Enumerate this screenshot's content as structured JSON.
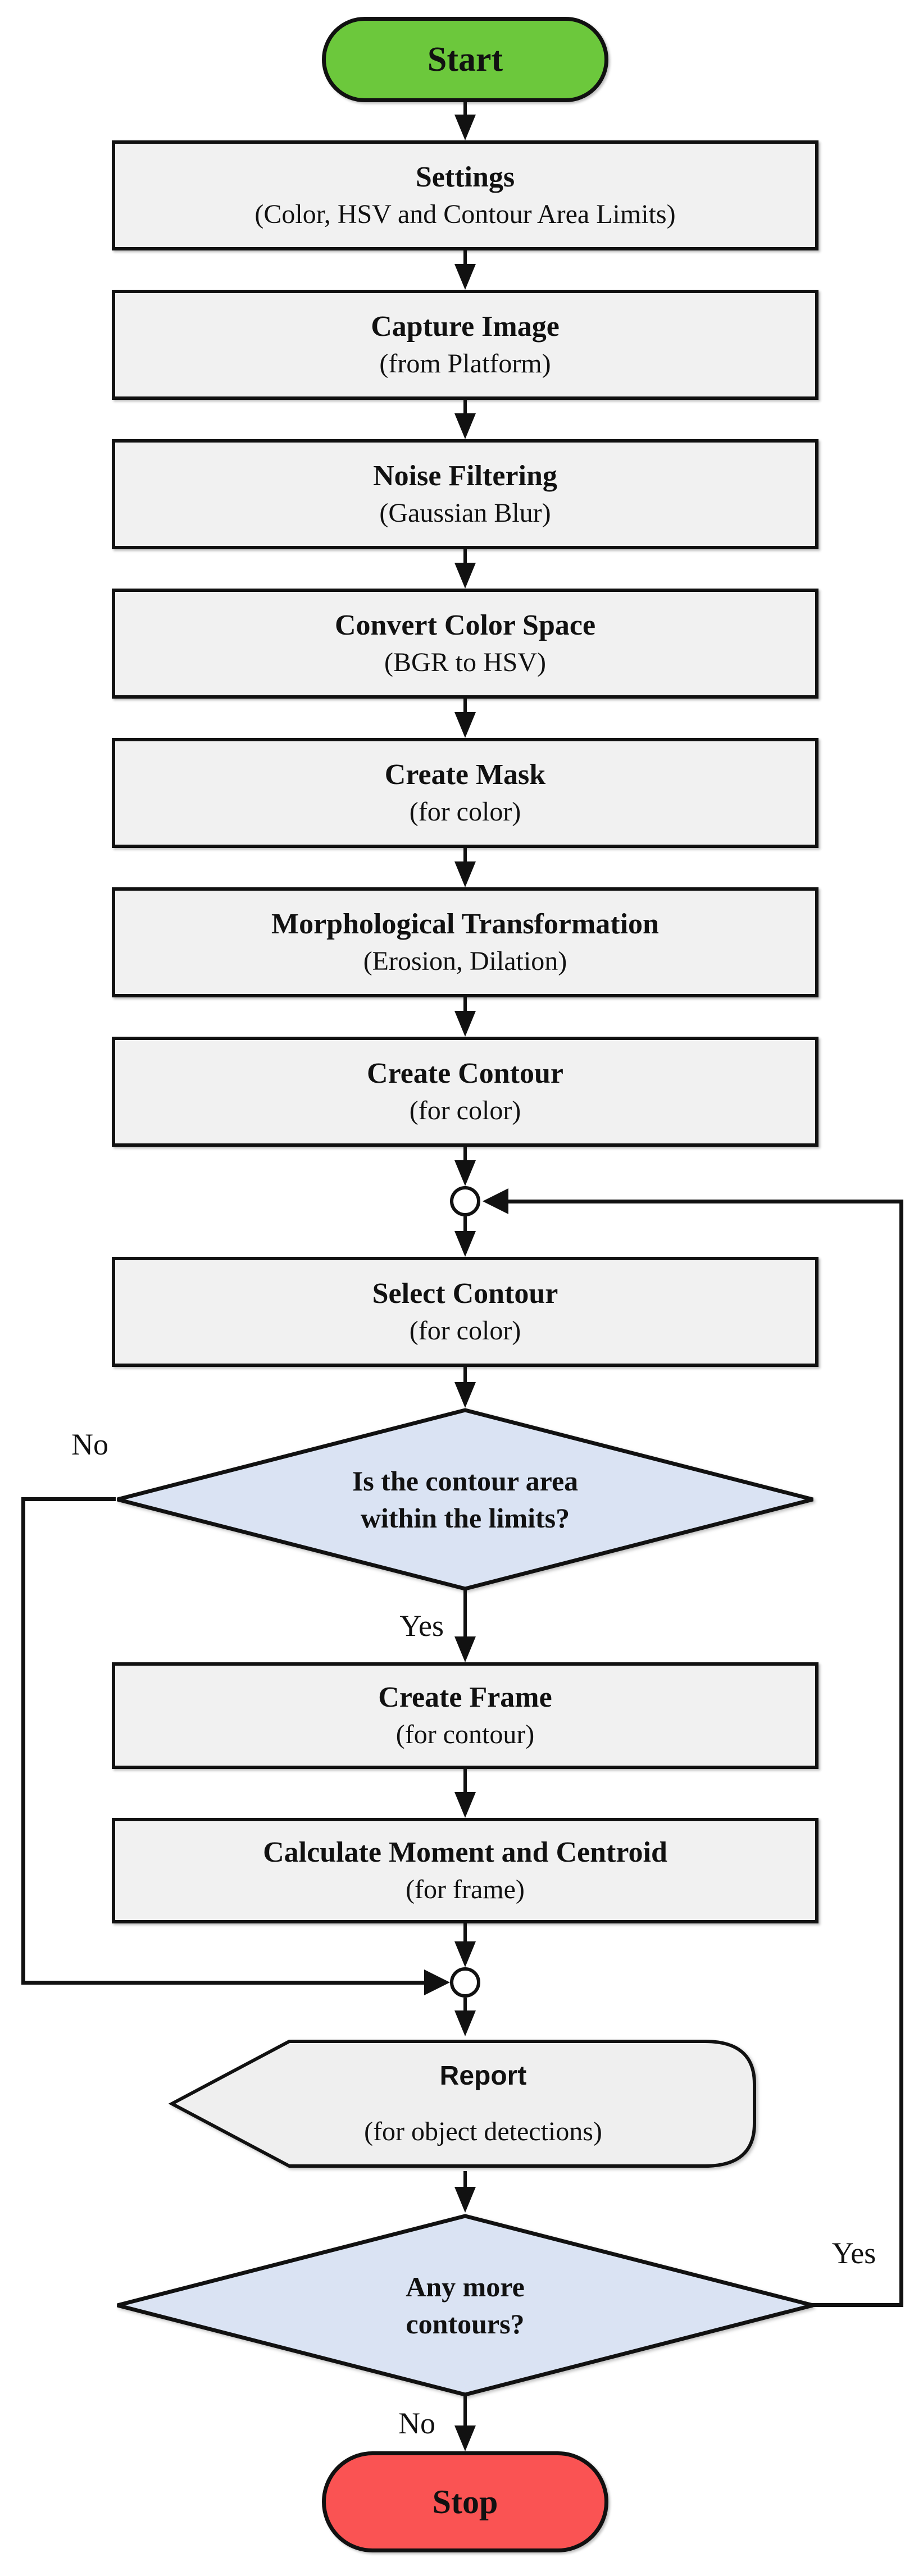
{
  "flowchart": {
    "title_hint": "Color object detection flowchart",
    "nodes": {
      "start": {
        "label": "Start"
      },
      "settings": {
        "title": "Settings",
        "subtitle": "(Color, HSV and Contour Area Limits)"
      },
      "capture": {
        "title": "Capture Image",
        "subtitle": "(from Platform)"
      },
      "noise": {
        "title": "Noise Filtering",
        "subtitle": "(Gaussian Blur)"
      },
      "convert": {
        "title": "Convert Color Space",
        "subtitle": "(BGR to HSV)"
      },
      "mask": {
        "title": "Create Mask",
        "subtitle": "(for color)"
      },
      "morph": {
        "title": "Morphological Transformation",
        "subtitle": "(Erosion, Dilation)"
      },
      "contour": {
        "title": "Create Contour",
        "subtitle": "(for color)"
      },
      "select": {
        "title": "Select Contour",
        "subtitle": "(for color)"
      },
      "decision_area": {
        "line1": "Is the contour area",
        "line2": "within the limits?"
      },
      "frame": {
        "title": "Create Frame",
        "subtitle": "(for contour)"
      },
      "moment": {
        "title": "Calculate Moment and Centroid",
        "subtitle": "(for frame)"
      },
      "report": {
        "title": "Report",
        "subtitle": "(for object detections)"
      },
      "decision_more": {
        "line1": "Any more",
        "line2": "contours?"
      },
      "stop": {
        "label": "Stop"
      }
    },
    "labels": {
      "no_area": "No",
      "yes_area": "Yes",
      "yes_more": "Yes",
      "no_more": "No"
    },
    "colors": {
      "start_fill": "#6CC83C",
      "stop_fill": "#FA5353",
      "process_fill": "#F1F1F1",
      "decision_fill": "#DAE3F3",
      "report_fill": "#EFEFEF",
      "line": "#111111"
    }
  }
}
